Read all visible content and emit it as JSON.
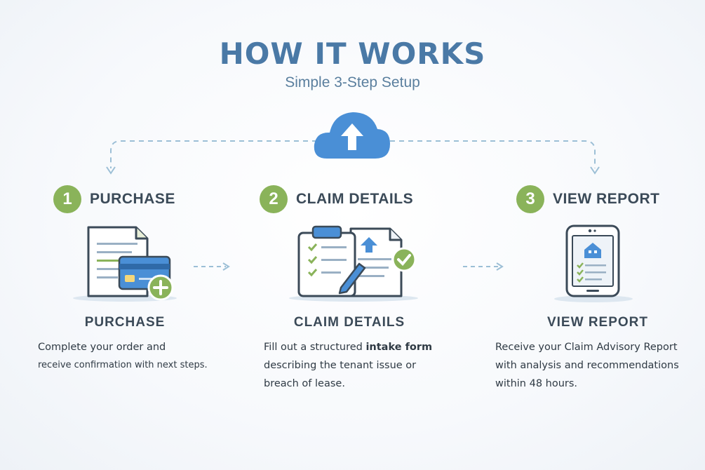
{
  "header": {
    "title": "HOW IT WORKS",
    "subtitle": "Simple 3-Step Setup"
  },
  "icons": {
    "top": "cloud-upload-icon",
    "step1": "invoice-credit-card-icon",
    "step2": "clipboard-document-icon",
    "step3": "tablet-report-icon"
  },
  "colors": {
    "accent_blue": "#4a8fd6",
    "badge_green": "#8ab35a",
    "title_blue": "#4a79a6",
    "dash": "#9cbfd6"
  },
  "steps": [
    {
      "number": "1",
      "title": "PURCHASE",
      "label": "PURCHASE",
      "desc_line1": "Complete your order and",
      "desc_line2": "receive confirmation with next steps."
    },
    {
      "number": "2",
      "title": "CLAIM DETAILS",
      "label": "CLAIM DETAILS",
      "desc_line1_pre": "Fill out a structured ",
      "desc_line1_bold": "intake form",
      "desc_line2": "describing the tenant issue or",
      "desc_line3": "breach of lease."
    },
    {
      "number": "3",
      "title": "VIEW REPORT",
      "label": "VIEW REPORT",
      "desc_line1": "Receive your Claim Advisory Report",
      "desc_line2": "with analysis and recommendations",
      "desc_line3": "within 48 hours."
    }
  ]
}
